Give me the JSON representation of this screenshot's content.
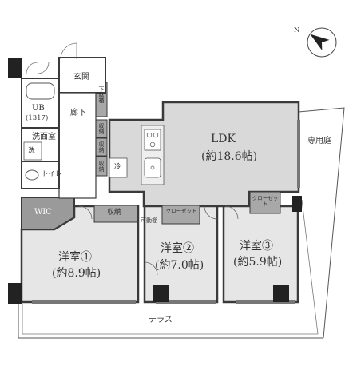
{
  "compass": {
    "north_label": "N"
  },
  "rooms": {
    "ldk": {
      "name": "LDK",
      "area": "(約18.6帖)"
    },
    "yoshitsu1": {
      "name": "洋室①",
      "area": "(約8.9帖)"
    },
    "yoshitsu2": {
      "name": "洋室②",
      "area": "(約7.0帖)"
    },
    "yoshitsu3": {
      "name": "洋室③",
      "area": "(約5.9帖)"
    },
    "wic": {
      "name": "WIC"
    },
    "genkan": {
      "name": "玄関"
    },
    "rouka": {
      "name": "廊下"
    },
    "ub": {
      "name": "UB",
      "size": "(1317)"
    },
    "senmenshitsu": {
      "name": "洗面室"
    },
    "sen": {
      "name": "洗"
    },
    "toilet": {
      "name": "トイレ"
    },
    "rei": {
      "name": "冷"
    },
    "terrace": {
      "name": "テラス"
    },
    "private_garden": {
      "name": "専用庭"
    }
  },
  "storage": {
    "shoe_cabinet": "下駄箱",
    "shuno_a": "収納",
    "shuno_b": "収納",
    "shuno_c": "収納",
    "shuno_wic_side": "収納",
    "closet2": "クローゼット",
    "closet3": "クローゼット",
    "movable_shelf": "可動棚"
  },
  "colors": {
    "ldk_fill": "#d9d9d9",
    "room_fill": "#e6e6e6",
    "wic_fill": "#9a9a9a",
    "storage_fill": "#a8a8a8",
    "wall": "#3a3a3a",
    "pillar": "#222222",
    "line": "#555555"
  }
}
